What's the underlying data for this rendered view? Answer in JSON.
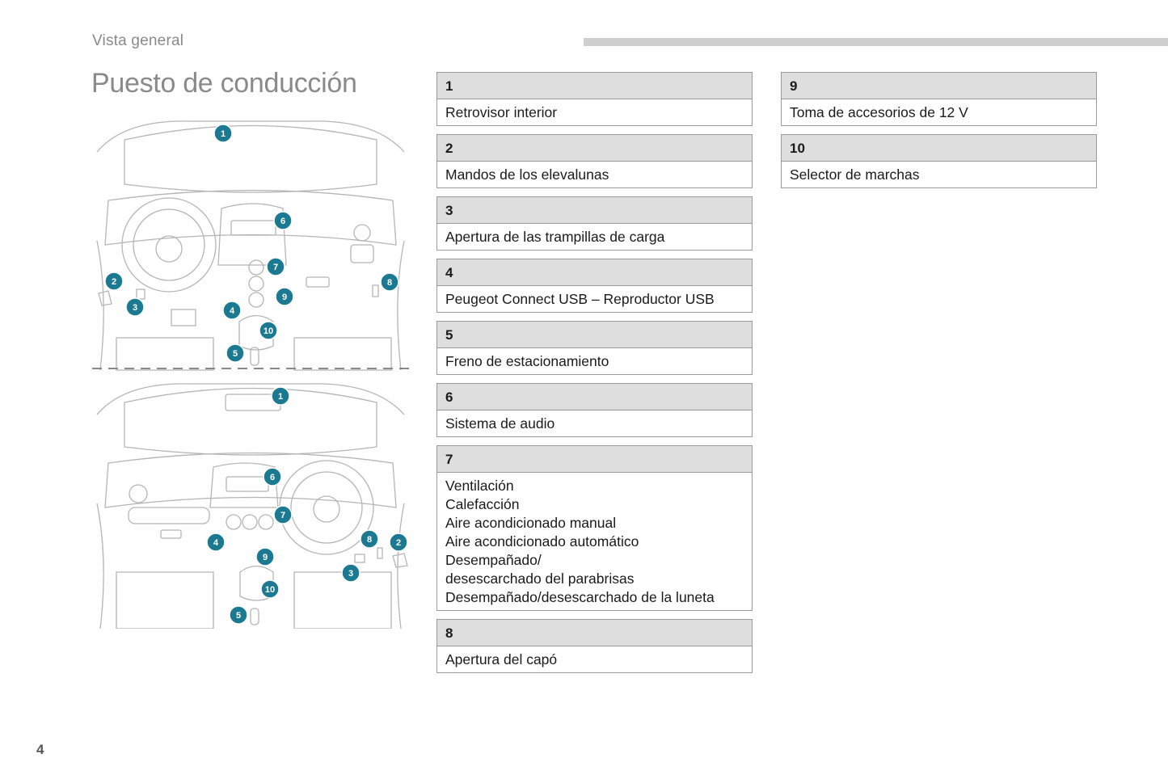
{
  "header": {
    "section": "Vista general",
    "title": "Puesto de conducción"
  },
  "page_number": "4",
  "colors": {
    "badge": "#1b7a92",
    "header_bar": "#cfcfcf",
    "entry_head_bg": "#dedede",
    "entry_border": "#9a9a9a"
  },
  "diagram": {
    "top_markers": [
      "1",
      "6",
      "7",
      "2",
      "8",
      "9",
      "3",
      "4",
      "10",
      "5"
    ],
    "bottom_markers": [
      "1",
      "6",
      "7",
      "4",
      "8",
      "2",
      "9",
      "3",
      "10",
      "5"
    ]
  },
  "legend": {
    "col1": [
      {
        "number": "1",
        "lines": [
          "Retrovisor interior"
        ]
      },
      {
        "number": "2",
        "lines": [
          "Mandos de los elevalunas"
        ]
      },
      {
        "number": "3",
        "lines": [
          "Apertura de las trampillas de carga"
        ]
      },
      {
        "number": "4",
        "lines": [
          "Peugeot Connect USB – Reproductor USB"
        ]
      },
      {
        "number": "5",
        "lines": [
          "Freno de estacionamiento"
        ]
      },
      {
        "number": "6",
        "lines": [
          "Sistema de audio"
        ]
      },
      {
        "number": "7",
        "lines": [
          "Ventilación",
          "Calefacción",
          "Aire acondicionado manual",
          "Aire acondicionado automático",
          "Desempañado/",
          "desescarchado del parabrisas",
          "Desempañado/desescarchado de la luneta"
        ]
      },
      {
        "number": "8",
        "lines": [
          "Apertura del capó"
        ]
      }
    ],
    "col2": [
      {
        "number": "9",
        "lines": [
          "Toma de accesorios de 12 V"
        ]
      },
      {
        "number": "10",
        "lines": [
          "Selector de marchas"
        ]
      }
    ]
  }
}
